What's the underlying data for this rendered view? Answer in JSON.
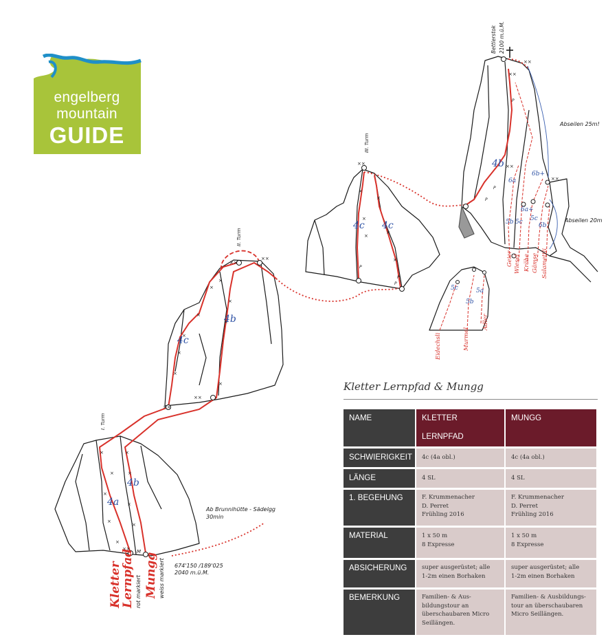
{
  "logo": {
    "line1": "engelberg",
    "line2": "mountain",
    "line3": "GUIDE",
    "colors": {
      "green": "#a8c43a",
      "blue": "#1f8fc8"
    }
  },
  "colors": {
    "route_red": "#d8312a",
    "grade_blue": "#2b4fa3",
    "rock_line": "#1a1a1a",
    "table_header": "#3d3d3d",
    "table_accent": "#6b1b2a",
    "table_cell": "#d9cbca"
  },
  "topo": {
    "towers": {
      "t1": "I. Turm",
      "t2": "II. Turm",
      "t3": "III. Turm"
    },
    "summit": {
      "name": "Bettlerstok",
      "altitude": "2100 m.ü.M."
    },
    "rappels": {
      "upper": "Abseilen 25m!",
      "lower": "Abseilen 20m"
    },
    "approach": {
      "line1": "Ab Brunnihütte - Sädelgg",
      "line2": "30min"
    },
    "start": {
      "coords": "674'150 /189'025",
      "altitude": "2040 m.ü.M."
    },
    "grades": {
      "t1_left": "4a",
      "t1_right": "4b",
      "t2_left": "4c",
      "t2_right": "4b",
      "t3_left": "4c",
      "t3_right": "4c",
      "t4_main": "4b",
      "side_6a": "6a",
      "side_6b_plus": "6b+",
      "side_6a_plus": "6a+",
      "side_5b": "5b",
      "side_5c_a": "5c",
      "side_5c_b": "5c",
      "side_6b": "6b",
      "small_5c": "5c",
      "small_5a": "5a",
      "small_5b": "5b"
    },
    "side_routes": [
      "Geier",
      "Wiesel",
      "Krähe",
      "Gämse",
      "Salamettli"
    ],
    "small_routes": [
      "Eidechsli",
      "Murmel",
      "Adler"
    ],
    "markers": {
      "m_label": "M"
    },
    "main_routes": {
      "kletter": {
        "line1": "Kletter",
        "line2": "Lernpfad",
        "note": "rot markiert"
      },
      "mungg": {
        "name": "Mungg",
        "note": "weiss markiert"
      }
    }
  },
  "table": {
    "title": "Kletter Lernpfad & Mungg",
    "header": {
      "label": "NAME",
      "col1": "KLETTER LERNPFAD",
      "col2": "MUNGG"
    },
    "rows": [
      {
        "label": "SCHWIERIGKEIT",
        "col1": "4c (4a obl.)",
        "col2": "4c (4a obl.)"
      },
      {
        "label": "LÄNGE",
        "col1": "4 SL",
        "col2": "4 SL"
      },
      {
        "label": "1. BEGEHUNG",
        "col1": [
          "F. Krummenacher",
          "D. Perret",
          "Frühling 2016"
        ],
        "col2": [
          "F. Krummenacher",
          "D. Perret",
          "Frühling 2016"
        ]
      },
      {
        "label": "MATERIAL",
        "col1": [
          "1 x 50 m",
          "8 Expresse"
        ],
        "col2": [
          "1 x 50 m",
          "8 Expresse"
        ]
      },
      {
        "label": "ABSICHERUNG",
        "col1": [
          "super ausgerüstet; alle",
          "1-2m einen Borhaken"
        ],
        "col2": [
          "super ausgerüstet; alle",
          "1-2m einen Borhaken"
        ]
      },
      {
        "label": "BEMERKUNG",
        "col1": [
          "Familien- & Aus-",
          "bildungstour an",
          "überschaubaren Micro",
          "Seillängen."
        ],
        "col2": [
          "Familien- & Ausbildungs-",
          "tour an überschaubaren",
          "Micro Seillängen."
        ]
      }
    ]
  }
}
